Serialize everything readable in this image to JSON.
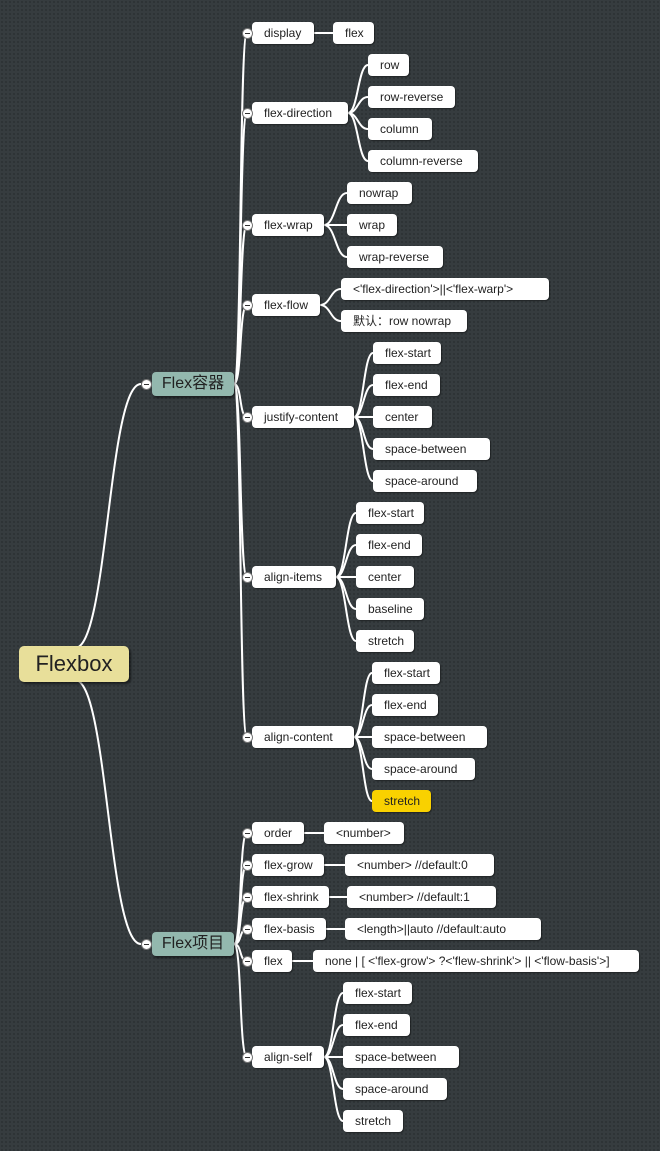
{
  "root": "Flexbox",
  "highlight_color": "#f9d100",
  "container": {
    "label": "Flex容器",
    "props": [
      {
        "name": "display",
        "values": [
          "flex"
        ]
      },
      {
        "name": "flex-direction",
        "values": [
          "row",
          "row-reverse",
          "column",
          "column-reverse"
        ]
      },
      {
        "name": "flex-wrap",
        "values": [
          "nowrap",
          "wrap",
          "wrap-reverse"
        ]
      },
      {
        "name": "flex-flow",
        "values": [
          "<'flex-direction'>||<'flex-warp'>",
          "默认：row nowrap"
        ]
      },
      {
        "name": "justify-content",
        "values": [
          "flex-start",
          "flex-end",
          "center",
          "space-between",
          "space-around"
        ]
      },
      {
        "name": "align-items",
        "values": [
          "flex-start",
          "flex-end",
          "center",
          "baseline",
          "stretch"
        ]
      },
      {
        "name": "align-content",
        "values": [
          "flex-start",
          "flex-end",
          "space-between",
          "space-around",
          "stretch"
        ]
      }
    ]
  },
  "item": {
    "label": "Flex项目",
    "props": [
      {
        "name": "order",
        "values": [
          "<number>"
        ]
      },
      {
        "name": "flex-grow",
        "values": [
          "<number>  //default:0"
        ]
      },
      {
        "name": "flex-shrink",
        "values": [
          "<number>  //default:1"
        ]
      },
      {
        "name": "flex-basis",
        "values": [
          "<length>||auto //default:auto"
        ]
      },
      {
        "name": "flex",
        "values": [
          "none | [ <'flex-grow'> ?<'flew-shrink'> || <'flow-basis'>]"
        ]
      },
      {
        "name": "align-self",
        "values": [
          "flex-start",
          "flex-end",
          "space-between",
          "space-around",
          "stretch"
        ]
      }
    ]
  }
}
